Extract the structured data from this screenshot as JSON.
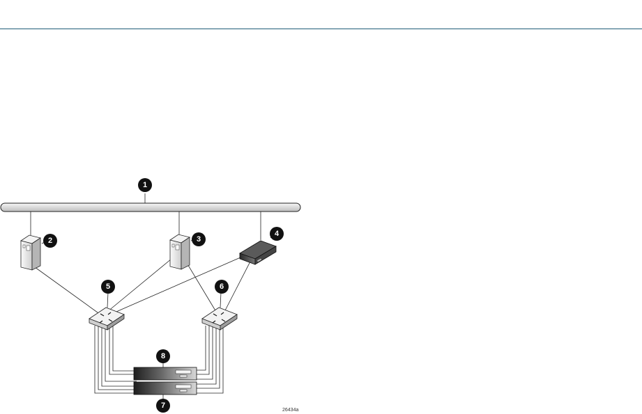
{
  "header": {
    "accent_color": "#1f5c78"
  },
  "callouts": {
    "c1": "1",
    "c2": "2",
    "c3": "3",
    "c4": "4",
    "c5": "5",
    "c6": "6",
    "c7": "7",
    "c8": "8"
  },
  "figure_id": "26434a",
  "colors": {
    "line": "#222222",
    "callout_fill": "#111111",
    "bus_fill": "#e6e6e6",
    "device_light": "#f2f2f2",
    "device_dark": "#3a3a3a"
  },
  "icons": {
    "server": "server-tower-icon",
    "appliance": "network-appliance-icon",
    "switch": "network-switch-icon",
    "storage": "storage-array-icon"
  }
}
